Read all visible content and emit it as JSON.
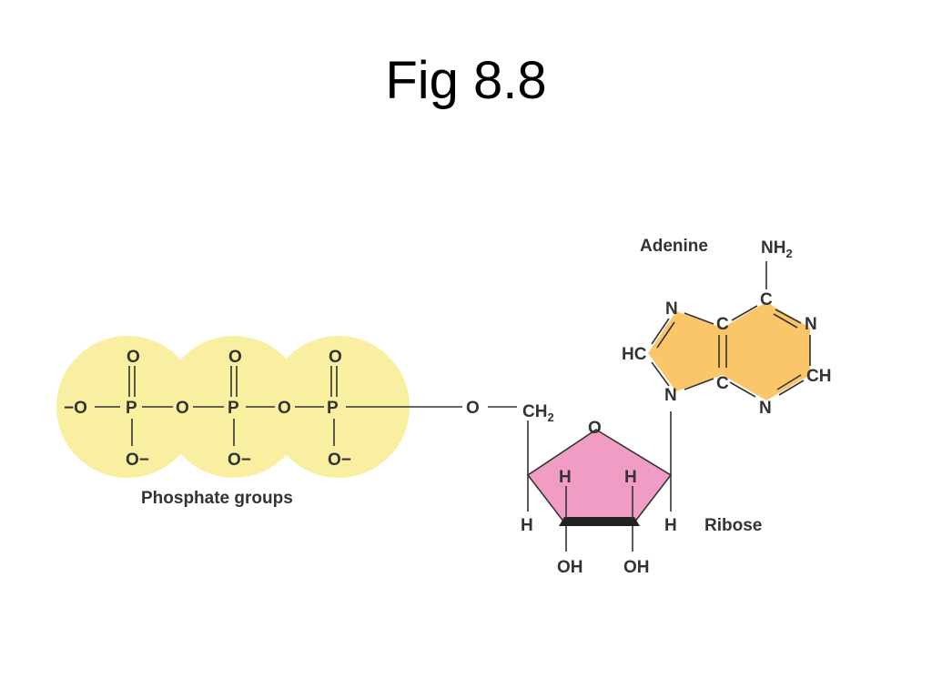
{
  "slide": {
    "title": "Fig 8.8"
  },
  "labels": {
    "phosphate_groups": "Phosphate groups",
    "ribose": "Ribose",
    "adenine": "Adenine"
  },
  "atoms": {
    "o_minus_left": "−O",
    "p1": "P",
    "o_bridge1": "O",
    "p2": "P",
    "o_bridge2": "O",
    "p3": "P",
    "o_top1": "O",
    "o_top2": "O",
    "o_top3": "O",
    "o_bottom1": "O−",
    "o_bottom2": "O−",
    "o_bottom3": "O−",
    "o_ester": "O",
    "ch": "CH",
    "ch_sub": "2",
    "o_ring": "O",
    "h_left": "H",
    "h_in1": "H",
    "h_in2": "H",
    "h_right": "H",
    "oh1": "OH",
    "oh2": "OH",
    "nh": "NH",
    "nh_sub": "2",
    "n_top": "N",
    "c_top": "C",
    "n_right": "N",
    "c_mid_top": "C",
    "hc": "HC",
    "c_mid_bot": "C",
    "n_bottom5": "N",
    "n_bottom6": "N",
    "ch_right": "CH"
  },
  "colors": {
    "phosphate": "#f8f0a0",
    "ribose": "#f09cc4",
    "adenine": "#fbc66a",
    "text": "#333333"
  }
}
